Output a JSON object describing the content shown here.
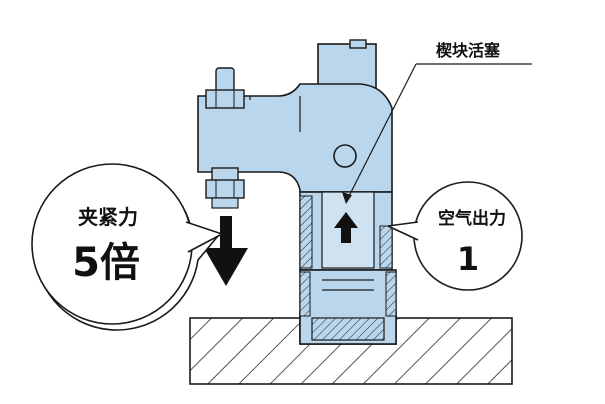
{
  "labels": {
    "wedge_piston": "楔块活塞",
    "clamp_force_title": "夹紧力",
    "clamp_force_value": "5倍",
    "air_output_title": "空气出力",
    "air_output_value": "1"
  },
  "colors": {
    "body_fill": "#b9d6ec",
    "outline": "#1a1a1a",
    "hatch": "#2a2a2a",
    "arrow": "#111111",
    "bubble_fill": "#ffffff"
  }
}
